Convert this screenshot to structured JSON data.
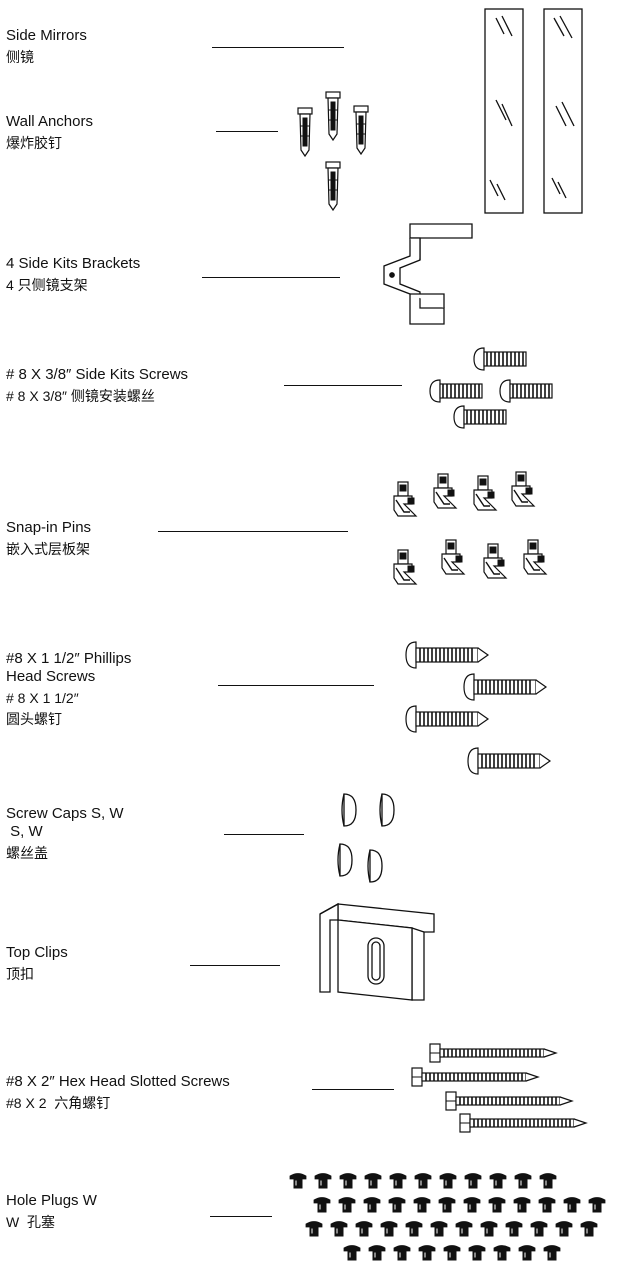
{
  "parts": [
    {
      "id": "side-mirrors",
      "en": "Side Mirrors",
      "cn": "侧镜",
      "icon": "mirror-panel-icon"
    },
    {
      "id": "wall-anchors",
      "en": "Wall Anchors",
      "cn": "爆炸胶钉",
      "icon": "wall-anchor-icon"
    },
    {
      "id": "side-kits-brackets",
      "en": "4 Side Kits Brackets",
      "cn": "4 只侧镜支架",
      "icon": "bracket-icon"
    },
    {
      "id": "side-kits-screws",
      "en": "# 8 X 3/8″ Side Kits Screws",
      "cn": "# 8 X 3/8″ 侧镜安装螺丝",
      "icon": "short-screw-icon"
    },
    {
      "id": "snap-in-pins",
      "en": "Snap-in Pins",
      "cn": "嵌入式层板架",
      "icon": "snap-in-pin-icon"
    },
    {
      "id": "phillips-head-screws",
      "en_lines": [
        "#8 X 1 1/2″ Phillips",
        "Head Screws"
      ],
      "cn_lines": [
        "# 8 X 1 1/2″",
        "圆头螺钉"
      ],
      "icon": "long-screw-icon"
    },
    {
      "id": "screw-caps",
      "en_lines": [
        "Screw Caps S, W",
        " S, W"
      ],
      "cn": "螺丝盖",
      "icon": "screw-cap-icon"
    },
    {
      "id": "top-clips",
      "en": "Top Clips",
      "cn": "顶扣",
      "icon": "top-clip-icon"
    },
    {
      "id": "hex-head-screws",
      "en": "#8 X 2″ Hex Head Slotted Screws",
      "cn": "#8 X 2  六角螺钉",
      "icon": "hex-head-screw-icon"
    },
    {
      "id": "hole-plugs",
      "en": "Hole Plugs W",
      "cn": "W  孔塞",
      "icon": "hole-plug-icon"
    }
  ]
}
